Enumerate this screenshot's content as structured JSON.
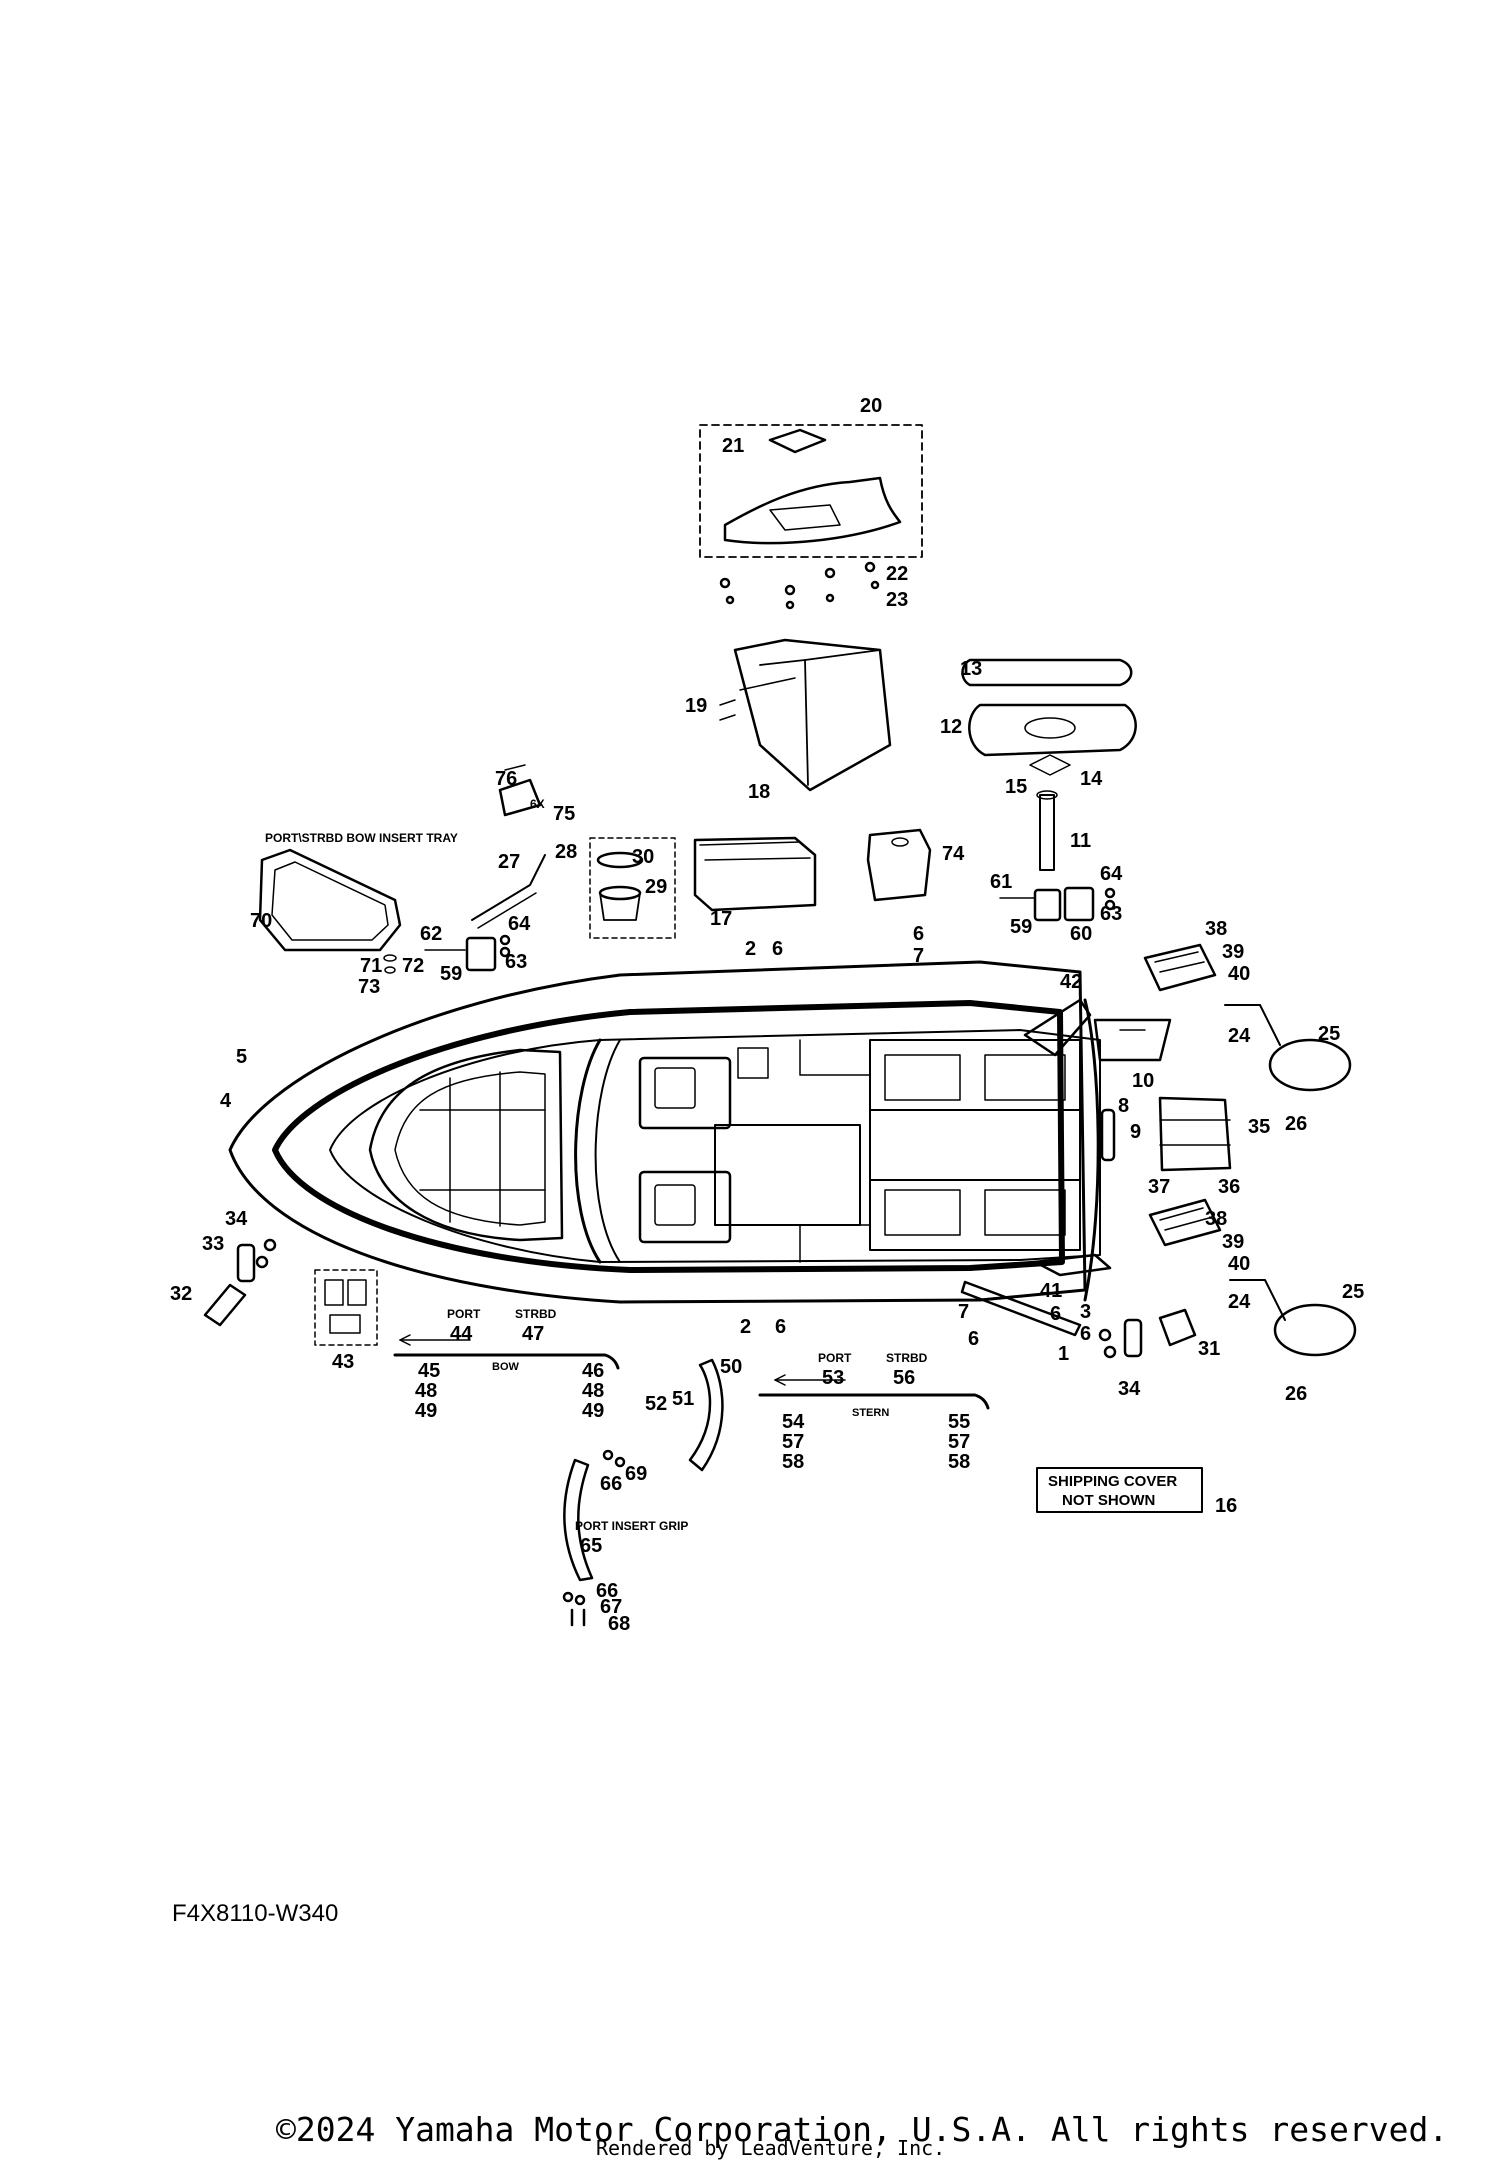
{
  "diagram": {
    "labels": {
      "group_20": "20",
      "bow_insert_tray": "PORT\\STRBD BOW INSERT TRAY",
      "port_insert_grip": "PORT INSERT GRIP",
      "qty_6x": "6X",
      "port": "PORT",
      "strbd": "STRBD",
      "bow": "BOW",
      "stern": "STERN",
      "shipping_cover_line1": "SHIPPING COVER",
      "shipping_cover_line2": "NOT SHOWN"
    },
    "parts": [
      "1",
      "2",
      "3",
      "4",
      "5",
      "6",
      "7",
      "8",
      "9",
      "10",
      "11",
      "12",
      "13",
      "14",
      "15",
      "16",
      "17",
      "18",
      "19",
      "20",
      "21",
      "22",
      "23",
      "24",
      "25",
      "26",
      "27",
      "28",
      "29",
      "30",
      "31",
      "32",
      "33",
      "34",
      "35",
      "36",
      "37",
      "38",
      "39",
      "40",
      "41",
      "42",
      "43",
      "44",
      "45",
      "46",
      "47",
      "48",
      "49",
      "50",
      "51",
      "52",
      "53",
      "54",
      "55",
      "56",
      "57",
      "58",
      "59",
      "60",
      "61",
      "62",
      "63",
      "64",
      "65",
      "66",
      "67",
      "68",
      "69",
      "70",
      "71",
      "72",
      "73",
      "74",
      "75",
      "76"
    ]
  },
  "footer": {
    "diagram_code": "F4X8110-W340",
    "copyright": "©2024 Yamaha Motor Corporation, U.S.A. All rights reserved.",
    "rendered_by": "Rendered by LeadVenture, Inc."
  }
}
